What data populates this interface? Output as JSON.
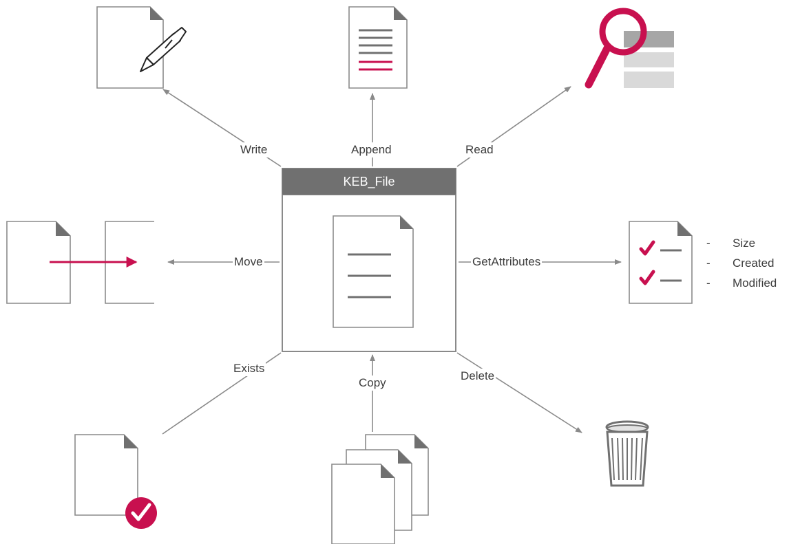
{
  "center": {
    "title": "KEB_File"
  },
  "operations": {
    "write": "Write",
    "append": "Append",
    "read": "Read",
    "move": "Move",
    "get_attributes": "GetAttributes",
    "exists": "Exists",
    "copy": "Copy",
    "delete": "Delete"
  },
  "attributes": [
    "Size",
    "Created",
    "Modified"
  ],
  "attribute_bullet": "-",
  "colors": {
    "accent": "#c8104f",
    "line": "#8a8a8a",
    "header": "#707070"
  }
}
